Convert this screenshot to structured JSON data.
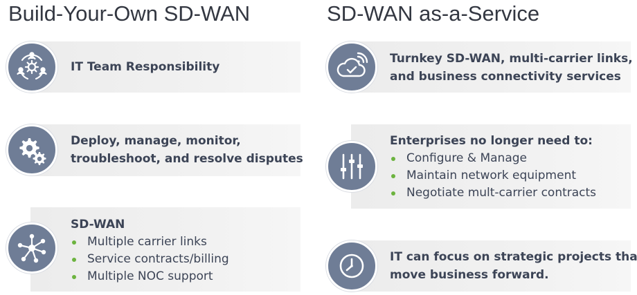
{
  "left": {
    "title": "Build-Your-Own SD-WAN",
    "items": [
      {
        "icon": "team-cycle-icon",
        "heading_lines": [
          "IT Team Responsibility"
        ],
        "bullets": []
      },
      {
        "icon": "gears-icon",
        "heading_lines": [
          "Deploy, manage, monitor,",
          "troubleshoot, and resolve disputes"
        ],
        "bullets": []
      },
      {
        "icon": "network-hub-icon",
        "heading_lines": [
          "SD-WAN"
        ],
        "bullets": [
          "Multiple carrier links",
          "Service contracts/billing",
          "Multiple NOC support"
        ]
      }
    ]
  },
  "right": {
    "title": "SD-WAN as-a-Service",
    "items": [
      {
        "icon": "cloud-check-icon",
        "heading_lines": [
          "Turnkey SD-WAN, multi-carrier links,",
          "and business connectivity services"
        ],
        "bullets": []
      },
      {
        "icon": "sliders-icon",
        "heading_lines": [
          "Enterprises no longer need to:"
        ],
        "bullets": [
          "Configure & Manage",
          "Maintain network equipment",
          "Negotiate mult-carrier contracts"
        ]
      },
      {
        "icon": "clock-icon",
        "heading_lines": [
          "IT can focus on strategic projects that",
          "move business forward."
        ],
        "bullets": []
      }
    ]
  },
  "colors": {
    "icon_circle": "#6f7d96",
    "bullet": "#6cb33f",
    "card_bg": "#efefef",
    "text": "#3c4456"
  }
}
